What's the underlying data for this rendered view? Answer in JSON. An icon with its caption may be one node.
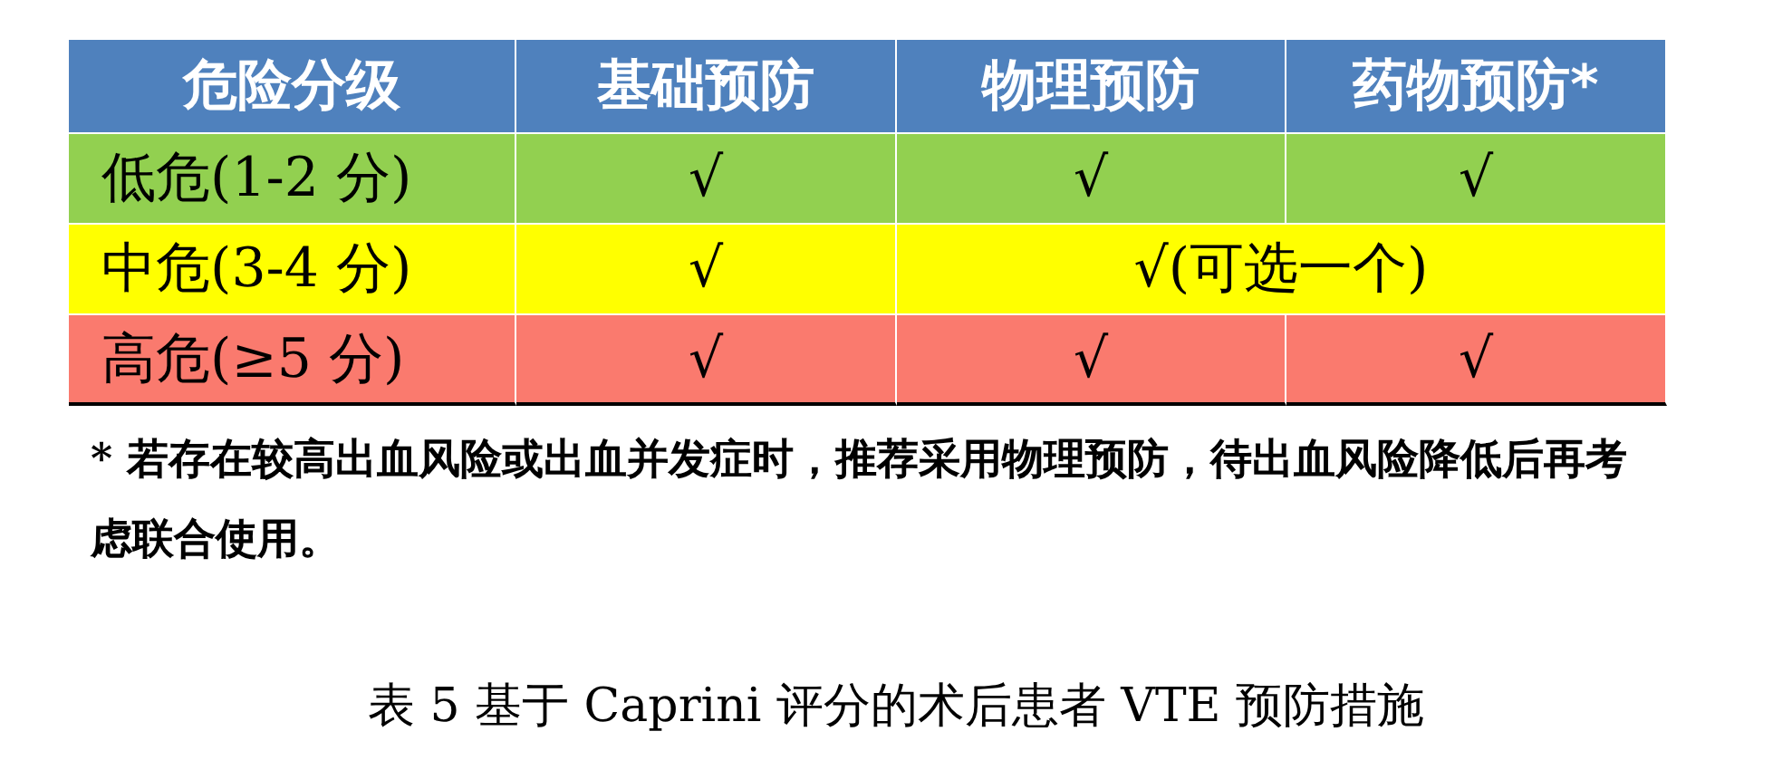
{
  "diagram": {
    "caption": "表 5 基于 Caprini 评分的术后患者 VTE 预防措施",
    "labels": [
      "危险分级",
      "基础预防",
      "物理预防",
      "药物预防*",
      "低危(1-2 分)",
      "√",
      "√",
      "√",
      "中危(3-4 分)",
      "√",
      "√(可选一个)",
      "高危(≥5 分)",
      "√",
      "√",
      "√",
      "* 若存在较高出血风险或出血并发症时，推荐采用物理预防，待出血风险降低后再考虑联合使用。"
    ]
  }
}
